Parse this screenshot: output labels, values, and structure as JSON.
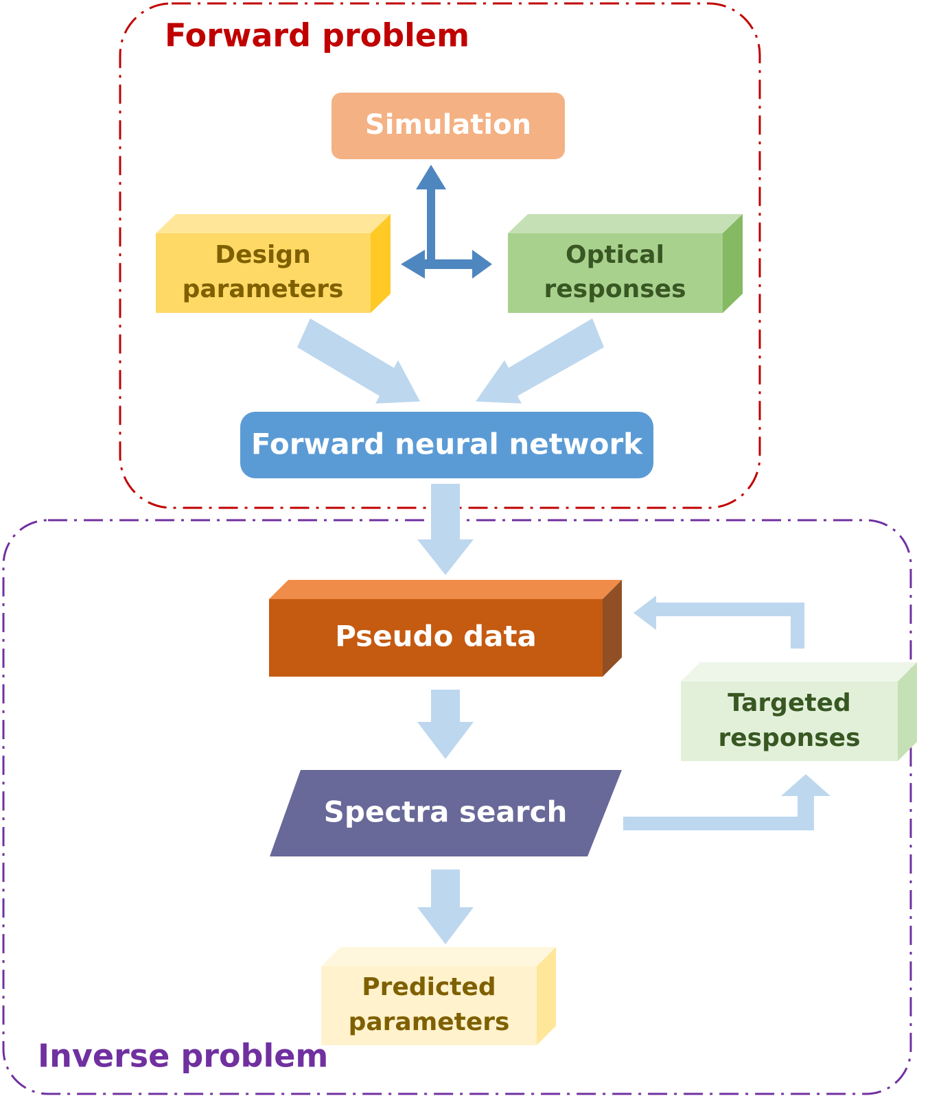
{
  "regions": {
    "forward": {
      "label": "Forward problem",
      "color": "#c00000"
    },
    "inverse": {
      "label": "Inverse problem",
      "color": "#7030a0"
    }
  },
  "nodes": {
    "simulation": {
      "label": "Simulation"
    },
    "design_parameters": {
      "line1": "Design",
      "line2": "parameters"
    },
    "optical_responses": {
      "line1": "Optical",
      "line2": "responses"
    },
    "forward_neural_network": {
      "label": "Forward neural network"
    },
    "pseudo_data": {
      "label": "Pseudo data"
    },
    "targeted_responses": {
      "line1": "Targeted",
      "line2": "responses"
    },
    "spectra_search": {
      "label": "Spectra search"
    },
    "predicted_parameters": {
      "line1": "Predicted",
      "line2": "parameters"
    }
  },
  "colors": {
    "simulation": "#f4b183",
    "design_front": "#ffd966",
    "design_text": "#7f6000",
    "optical_front": "#a9d18e",
    "optical_text": "#385723",
    "fnn": "#5b9bd5",
    "pseudo_front": "#c55a11",
    "targeted_front": "#e2f0d9",
    "spectra": "#686899",
    "predicted_front": "#fff2cc",
    "arrow_light": "#bdd7ee",
    "arrow_dark": "#4e86c0"
  }
}
